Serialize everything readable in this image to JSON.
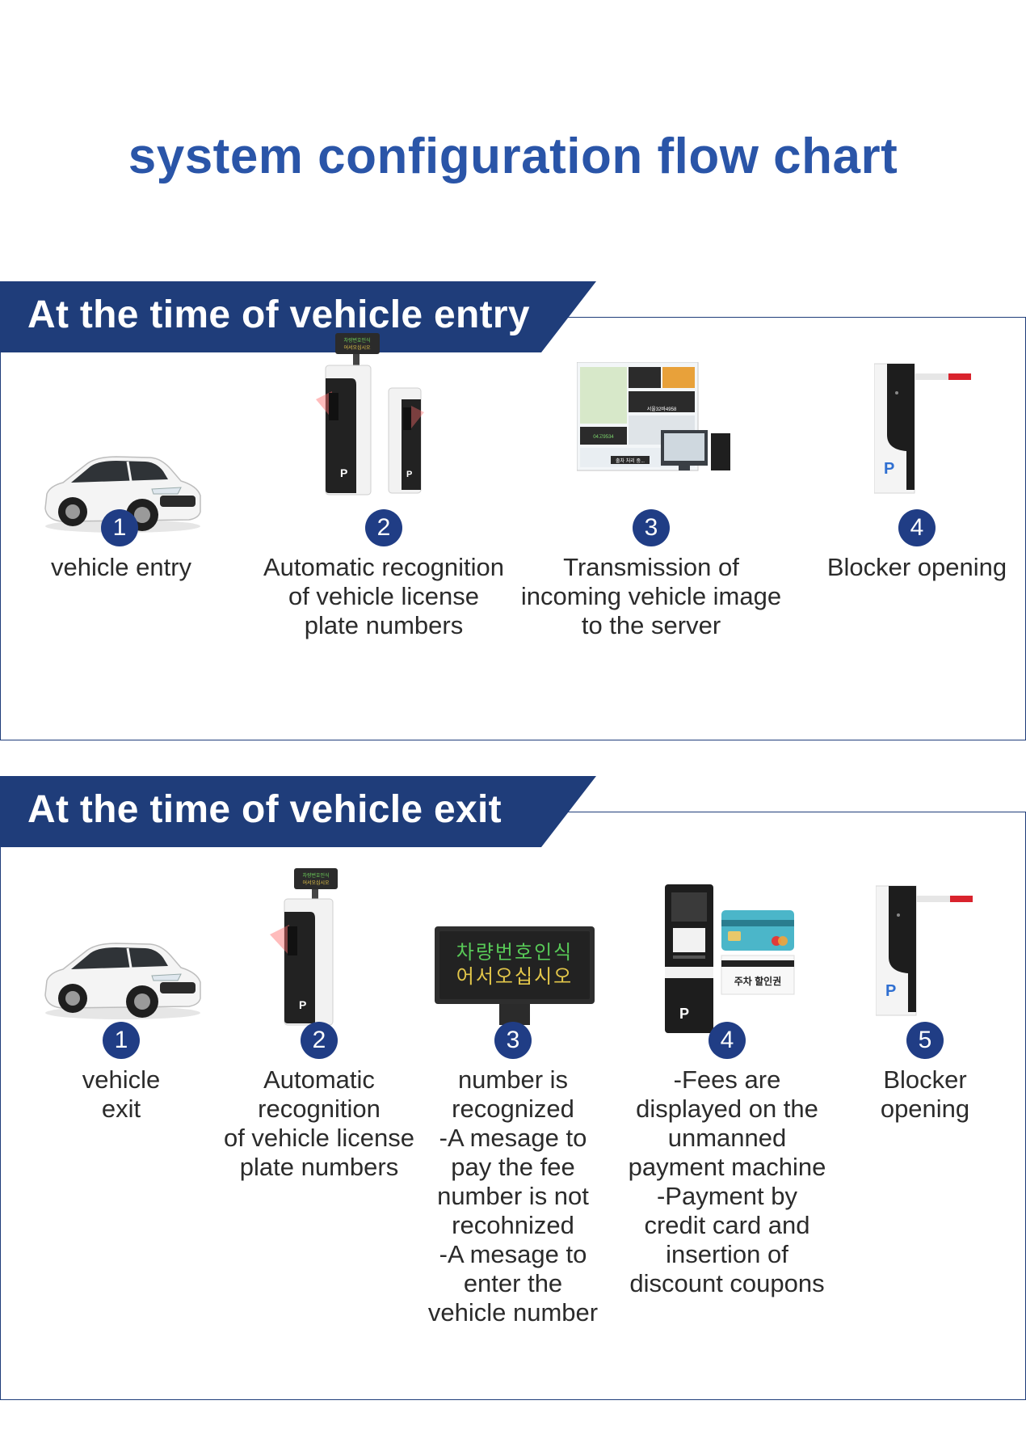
{
  "title": "system configuration flow chart",
  "colors": {
    "title": "#2a55a8",
    "banner": "#1f3d7a",
    "step_badge": "#203d85",
    "caption": "#2b2b2b"
  },
  "entry": {
    "heading": "At the time of vehicle entry",
    "steps": [
      {
        "num": "1",
        "caption": "vehicle entry",
        "icon": "car-icon"
      },
      {
        "num": "2",
        "caption": "Automatic recognition\nof vehicle license\nplate numbers",
        "icon": "lpr-kiosk-icon"
      },
      {
        "num": "3",
        "caption": "Transmission of\nincoming vehicle image\nto the server",
        "icon": "server-monitor-icon"
      },
      {
        "num": "4",
        "caption": "Blocker opening",
        "icon": "barrier-gate-icon"
      }
    ]
  },
  "exit": {
    "heading": "At the time of vehicle exit",
    "steps": [
      {
        "num": "1",
        "caption": "vehicle\nexit",
        "icon": "car-icon"
      },
      {
        "num": "2",
        "caption": "Automatic\nrecognition\nof vehicle license\nplate numbers",
        "icon": "lpr-kiosk-icon"
      },
      {
        "num": "3",
        "caption": "number is\nrecognized\n-A mesage to\npay the fee\nnumber is not\nrecohnized\n-A mesage to\nenter the\nvehicle number",
        "icon": "led-display-icon"
      },
      {
        "num": "4",
        "caption": "-Fees are\ndisplayed on the\nunmanned\npayment machine\n-Payment by\ncredit card and\ninsertion of\ndiscount coupons",
        "icon": "payment-machine-icon"
      },
      {
        "num": "5",
        "caption": "Blocker\nopening",
        "icon": "barrier-gate-icon"
      }
    ]
  },
  "illustration_text": {
    "led_line1": "차량번호인식",
    "led_line2": "어서오십시오",
    "coupon": "주차 할인권",
    "plate_1": "서울32바4958",
    "plate_2": "04고9534",
    "server_status": "출차 처리 중..."
  }
}
